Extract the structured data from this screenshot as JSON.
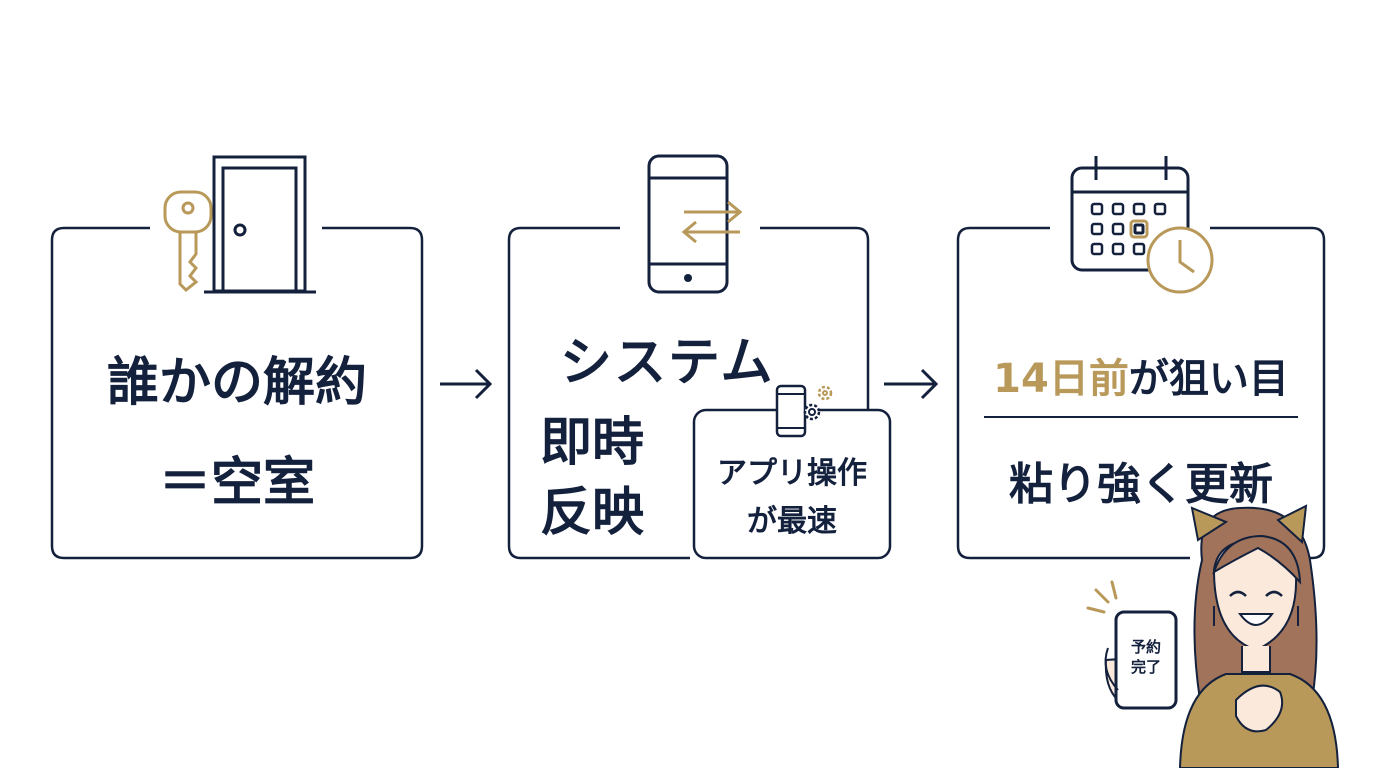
{
  "colors": {
    "navy": "#14213d",
    "gold": "#b8995a",
    "skin": "#fbe9dc",
    "hair": "#a0735a"
  },
  "step1": {
    "icon": "door-key-icon",
    "line1": "誰かの解約",
    "line2": "＝空室"
  },
  "step2": {
    "icon": "phone-sync-icon",
    "line1": "システム",
    "line2": "即時",
    "line3": "反映",
    "sub": {
      "icon": "phone-gear-icon",
      "line1": "アプリ操作",
      "line2": "が最速"
    }
  },
  "step3": {
    "icon": "calendar-clock-icon",
    "line1_highlight": "14日前",
    "line1_rest": "が狙い目",
    "line2": "粘り強く更新"
  },
  "character": {
    "icon": "cat-ear-woman-illustration",
    "phone_line1": "予約",
    "phone_line2": "完了"
  }
}
